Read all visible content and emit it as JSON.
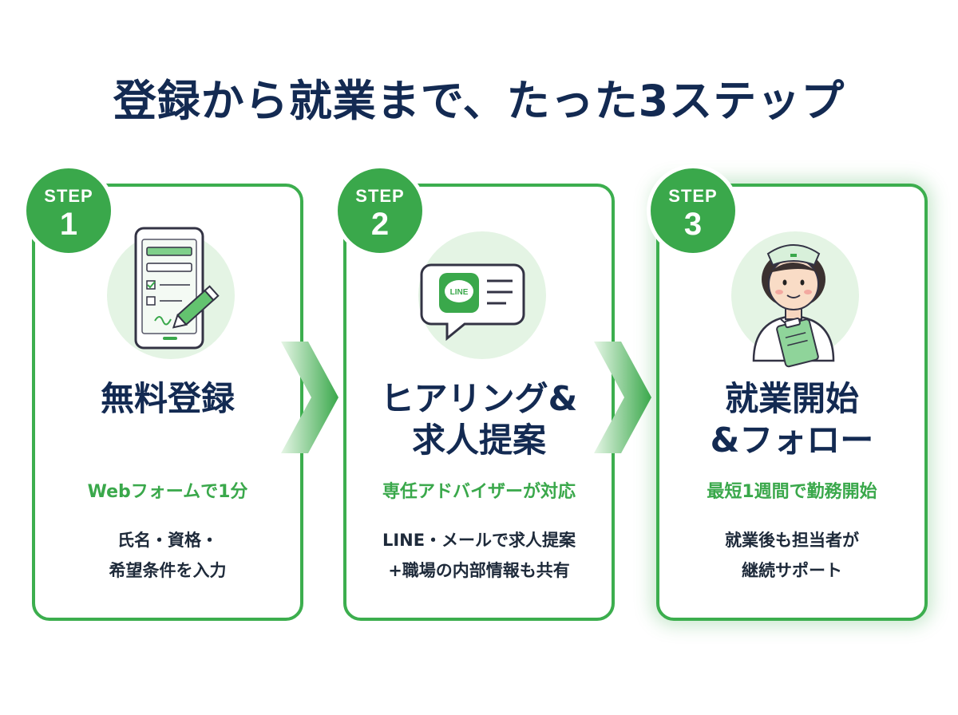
{
  "title": "登録から就業まで、たった3ステップ",
  "colors": {
    "accent": "#3aa84b",
    "navy": "#132a52",
    "icon_bg": "#e4f4e4"
  },
  "steps": [
    {
      "step_label": "STEP",
      "number": "1",
      "icon": "smartphone-form-icon",
      "title_lines": [
        "無料登録"
      ],
      "subtitle": "Webフォームで1分",
      "desc_lines": [
        "氏名・資格・",
        "希望条件を入力"
      ]
    },
    {
      "step_label": "STEP",
      "number": "2",
      "icon": "line-chat-icon",
      "icon_text": "LINE",
      "title_lines": [
        "ヒアリング&",
        "求人提案"
      ],
      "subtitle": "専任アドバイザーが対応",
      "desc_lines": [
        "LINE・メールで求人提案",
        "+職場の内部情報も共有"
      ]
    },
    {
      "step_label": "STEP",
      "number": "3",
      "icon": "nurse-icon",
      "title_lines": [
        "就業開始",
        "&フォロー"
      ],
      "subtitle": "最短1週間で勤務開始",
      "desc_lines": [
        "就業後も担当者が",
        "継続サポート"
      ]
    }
  ]
}
